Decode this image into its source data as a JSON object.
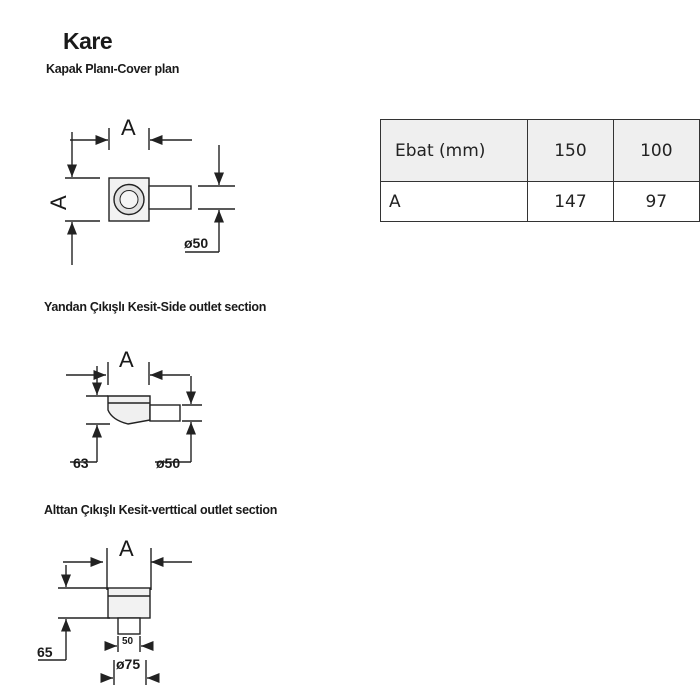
{
  "title": "Kare",
  "captions": {
    "cover_plan": "Kapak Planı-Cover plan",
    "side_outlet": "Yandan Çıkışlı Kesit-Side outlet section",
    "vertical_outlet": "Alttan Çıkışlı Kesit-verttical outlet section"
  },
  "diagram_labels": {
    "dim_a": "A",
    "cover_pipe": "ø50",
    "side_height": "63",
    "side_pipe": "ø50",
    "vertical_height": "65",
    "vertical_inner": "50",
    "vertical_outer": "ø75"
  },
  "table": {
    "header": [
      "Ebat (mm)",
      "150",
      "100"
    ],
    "rows": [
      [
        "A",
        "147",
        "97"
      ]
    ]
  }
}
